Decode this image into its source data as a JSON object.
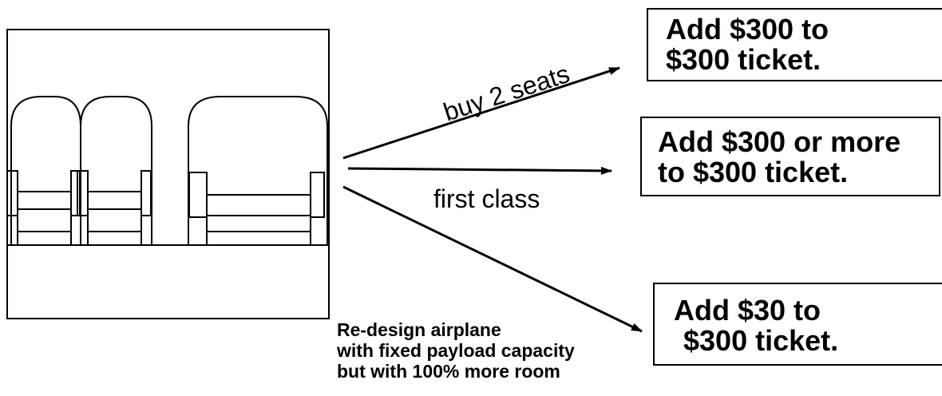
{
  "diagram": {
    "arrows": {
      "buy_two_seats": "buy 2 seats",
      "first_class": "first class"
    },
    "outcomes": {
      "buy_two_seats": {
        "line1": "Add $300 to",
        "line2": "$300 ticket."
      },
      "first_class": {
        "line1": "Add $300 or more",
        "line2": "to $300 ticket."
      },
      "redesign": {
        "line1": "Add $30 to",
        "line2": "$300 ticket."
      }
    },
    "redesign_caption": [
      "Re-design airplane",
      "with fixed payload capacity",
      "but with 100% more room"
    ]
  }
}
